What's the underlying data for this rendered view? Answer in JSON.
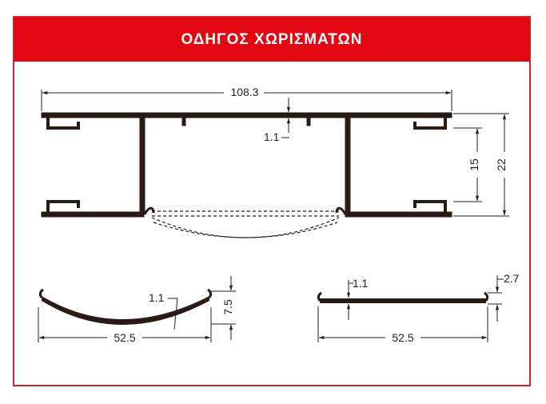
{
  "header": {
    "title": "ΟΔΗΓΟΣ ΧΩΡΙΣΜΑΤΩΝ"
  },
  "colors": {
    "header_bg": "#e30613",
    "border": "#c8242c",
    "drawing": "#2a1a14"
  },
  "dimensions": {
    "top_width": "108.3",
    "top_thickness": "1.1",
    "inner_height": "15",
    "total_height": "22",
    "curved_thickness": "1.1",
    "curved_height": "7.5",
    "curved_width": "52.5",
    "flat_thickness": "1.1",
    "flat_height": "2.7",
    "flat_width": "52.5"
  }
}
